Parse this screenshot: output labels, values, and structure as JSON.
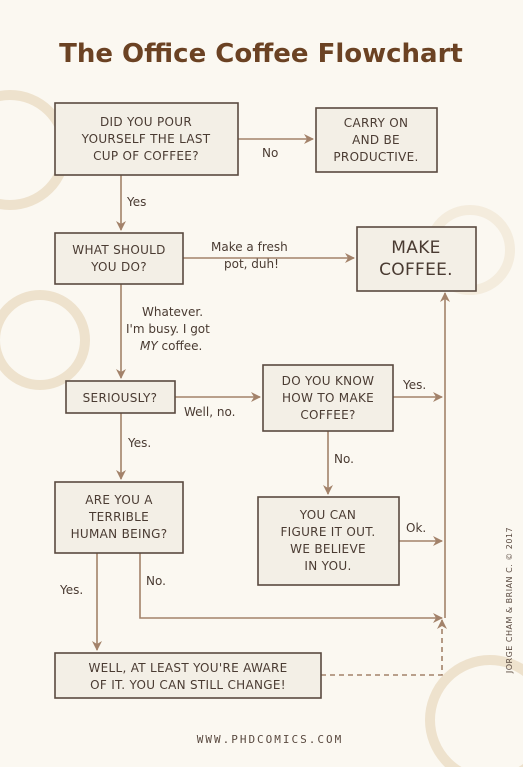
{
  "title": "The Office Coffee Flowchart",
  "footer": "WWW.PHDCOMICS.COM",
  "credit": "JORGE CHAM & BRIAN C. © 2017",
  "colors": {
    "background": "#fbf8f1",
    "box_fill": "#f3efe6",
    "box_stroke": "#5a4a40",
    "arrow": "#a3826a",
    "title": "#6b4223"
  },
  "nodes": {
    "last_cup": [
      "DID YOU POUR",
      "YOURSELF THE LAST",
      "CUP OF COFFEE?"
    ],
    "carry_on": [
      "CARRY ON",
      "AND BE",
      "PRODUCTIVE."
    ],
    "what_do": [
      "WHAT SHOULD",
      "YOU DO?"
    ],
    "make_coffee": [
      "MAKE",
      "COFFEE."
    ],
    "seriously": [
      "SERIOUSLY?"
    ],
    "know_how": [
      "DO YOU KNOW",
      "HOW TO MAKE",
      "COFFEE?"
    ],
    "terrible": [
      "ARE YOU A",
      "TERRIBLE",
      "HUMAN BEING?"
    ],
    "figure_out": [
      "YOU CAN",
      "FIGURE IT OUT.",
      "WE BELIEVE",
      "IN YOU."
    ],
    "aware": [
      "WELL, AT LEAST YOU'RE AWARE",
      "OF IT. YOU CAN STILL CHANGE!"
    ]
  },
  "edges": {
    "no": "No",
    "yes_1": "Yes",
    "fresh_pot": [
      "Make a fresh",
      "pot, duh!"
    ],
    "whatever": [
      "Whatever.",
      "I'm busy. I got",
      "coffee."
    ],
    "whatever_em": "MY",
    "well_no": "Well, no.",
    "yes_know": "Yes.",
    "no_know": "No.",
    "yes_serious": "Yes.",
    "ok": "Ok.",
    "yes_terrible": "Yes.",
    "no_terrible": "No."
  }
}
